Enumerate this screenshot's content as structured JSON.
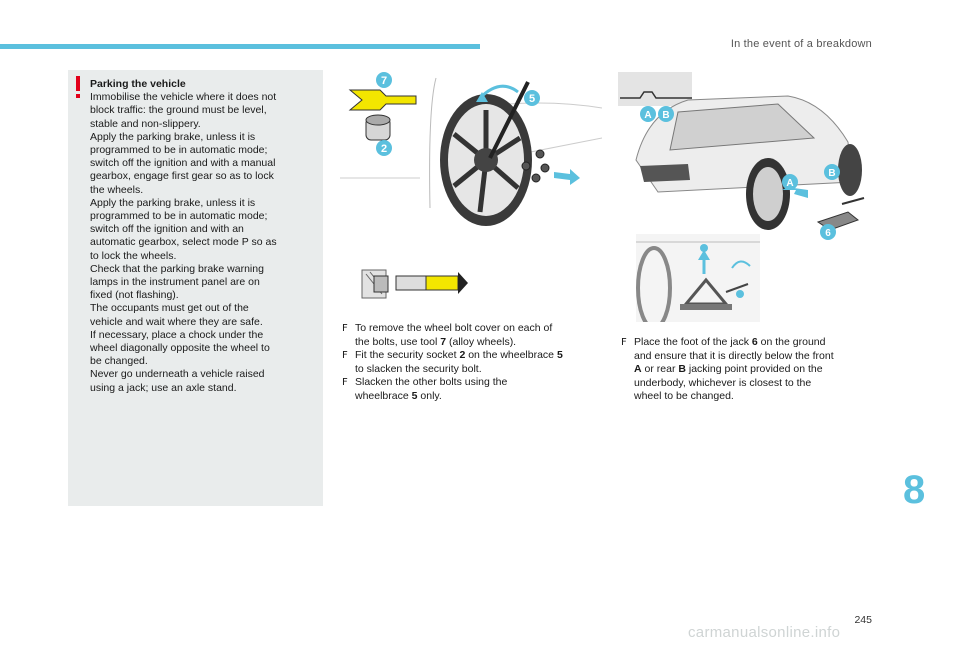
{
  "header": {
    "title": "In the event of a breakdown"
  },
  "warning": {
    "title": "Parking the vehicle",
    "lines": [
      "Immobilise the vehicle where it does not",
      "block traffic: the ground must be level,",
      "stable and non-slippery.",
      "Apply the parking brake, unless it is",
      "programmed to be in automatic mode;",
      "switch off the ignition and with a manual",
      "gearbox, engage first gear so as to lock",
      "the wheels.",
      "Apply the parking brake, unless it is",
      "programmed to be in automatic mode;",
      "switch off the ignition and with an",
      "automatic gearbox, select mode P so as",
      "to lock the wheels.",
      "Check that the parking brake warning",
      "lamps in the instrument panel are on",
      "fixed (not flashing).",
      "The occupants must get out of the",
      "vehicle and wait where they are safe.",
      "If necessary, place a chock under the",
      "wheel diagonally opposite the wheel to",
      "be changed.",
      "Never go underneath a vehicle raised",
      "using a jack; use an axle stand."
    ]
  },
  "callouts": {
    "c7": "7",
    "c5": "5",
    "c2": "2",
    "cA": "A",
    "cB": "B",
    "c6": "6"
  },
  "middle": {
    "bullet": "F",
    "s1a": "To remove the wheel bolt cover on each of",
    "s1b_pre": "the bolts, use tool ",
    "s1b_num": "7",
    "s1b_post": " (alloy wheels).",
    "s2a_pre": "Fit the security socket ",
    "s2a_num": "2",
    "s2a_mid": " on the wheelbrace ",
    "s2a_num2": "5",
    "s2b": "to slacken the security bolt.",
    "s3a": "Slacken the other bolts using the",
    "s3b_pre": "wheelbrace ",
    "s3b_num": "5",
    "s3b_post": " only."
  },
  "right": {
    "bullet": "F",
    "l1_pre": "Place the foot of the jack ",
    "l1_num": "6",
    "l1_post": " on the ground",
    "l2": "and ensure that it is directly below the front",
    "l3_a": "A",
    "l3_mid": " or rear ",
    "l3_b": "B",
    "l3_post": " jacking point provided on the",
    "l4": "underbody, whichever is closest to the",
    "l5": "wheel to be changed."
  },
  "chapter": "8",
  "page_number": "245",
  "watermark": "carmanualsonline.info",
  "colors": {
    "accent": "#5bc0de",
    "warning_bg": "#e9ecec",
    "warning_mark": "#e2001a",
    "tool_yellow": "#f3e600"
  }
}
